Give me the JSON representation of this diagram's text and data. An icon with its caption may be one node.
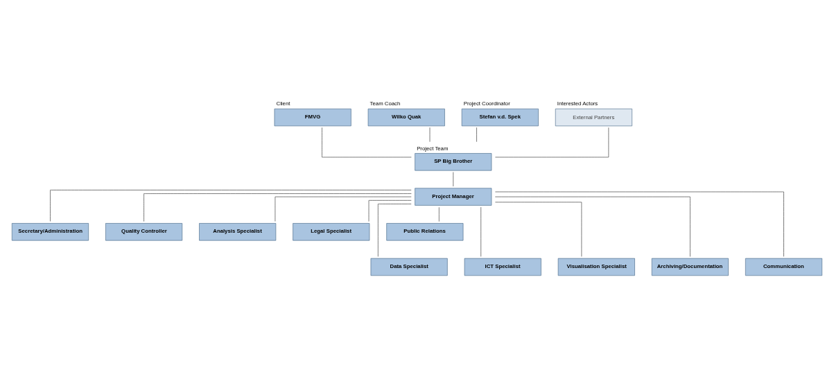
{
  "diagram": {
    "nodes": [
      {
        "text": [
          "Client",
          "FMVG"
        ]
      },
      {
        "text": [
          "Team Coach",
          "Wilko Quak"
        ]
      },
      {
        "text": [
          "Project Coordinator",
          "Stefan v.d. Spek"
        ]
      },
      {
        "text": [
          "Interested Actors",
          "External Partners"
        ]
      },
      {
        "text": [
          "Project Team",
          "SP Big Brother"
        ]
      },
      {
        "text": [
          "Project Manager"
        ]
      },
      {
        "text": [
          "Secretary/Administration"
        ]
      },
      {
        "text": [
          "Quality Controller"
        ]
      },
      {
        "text": [
          "Analysis Specialist"
        ]
      },
      {
        "text": [
          "Legal Specialist"
        ]
      },
      {
        "text": [
          "Public Relations"
        ]
      },
      {
        "text": [
          "Data Specialist"
        ]
      },
      {
        "text": [
          "ICT Specialist"
        ]
      },
      {
        "text": [
          "Visualisation Specialist"
        ]
      },
      {
        "text": [
          "Archiving/Documentation"
        ]
      },
      {
        "text": [
          "Communication"
        ]
      }
    ],
    "edges": [
      {
        "from": 0,
        "to": 4,
        "arrow": "none"
      },
      {
        "from": 1,
        "to": 4,
        "arrow": "none"
      },
      {
        "from": 2,
        "to": 4,
        "arrow": "none"
      },
      {
        "from": 3,
        "to": 4,
        "arrow": "none"
      },
      {
        "from": 4,
        "to": 5,
        "arrow": "none"
      },
      {
        "from": 5,
        "to": 6,
        "arrow": "none"
      },
      {
        "from": 5,
        "to": 7,
        "arrow": "none"
      },
      {
        "from": 5,
        "to": 8,
        "arrow": "none"
      },
      {
        "from": 5,
        "to": 9,
        "arrow": "none"
      },
      {
        "from": 5,
        "to": 10,
        "arrow": "none"
      },
      {
        "from": 5,
        "to": 11,
        "arrow": "none"
      },
      {
        "from": 5,
        "to": 12,
        "arrow": "none"
      },
      {
        "from": 5,
        "to": 13,
        "arrow": "none"
      },
      {
        "from": 5,
        "to": 14,
        "arrow": "none"
      },
      {
        "from": 5,
        "to": 15,
        "arrow": "none"
      }
    ]
  }
}
